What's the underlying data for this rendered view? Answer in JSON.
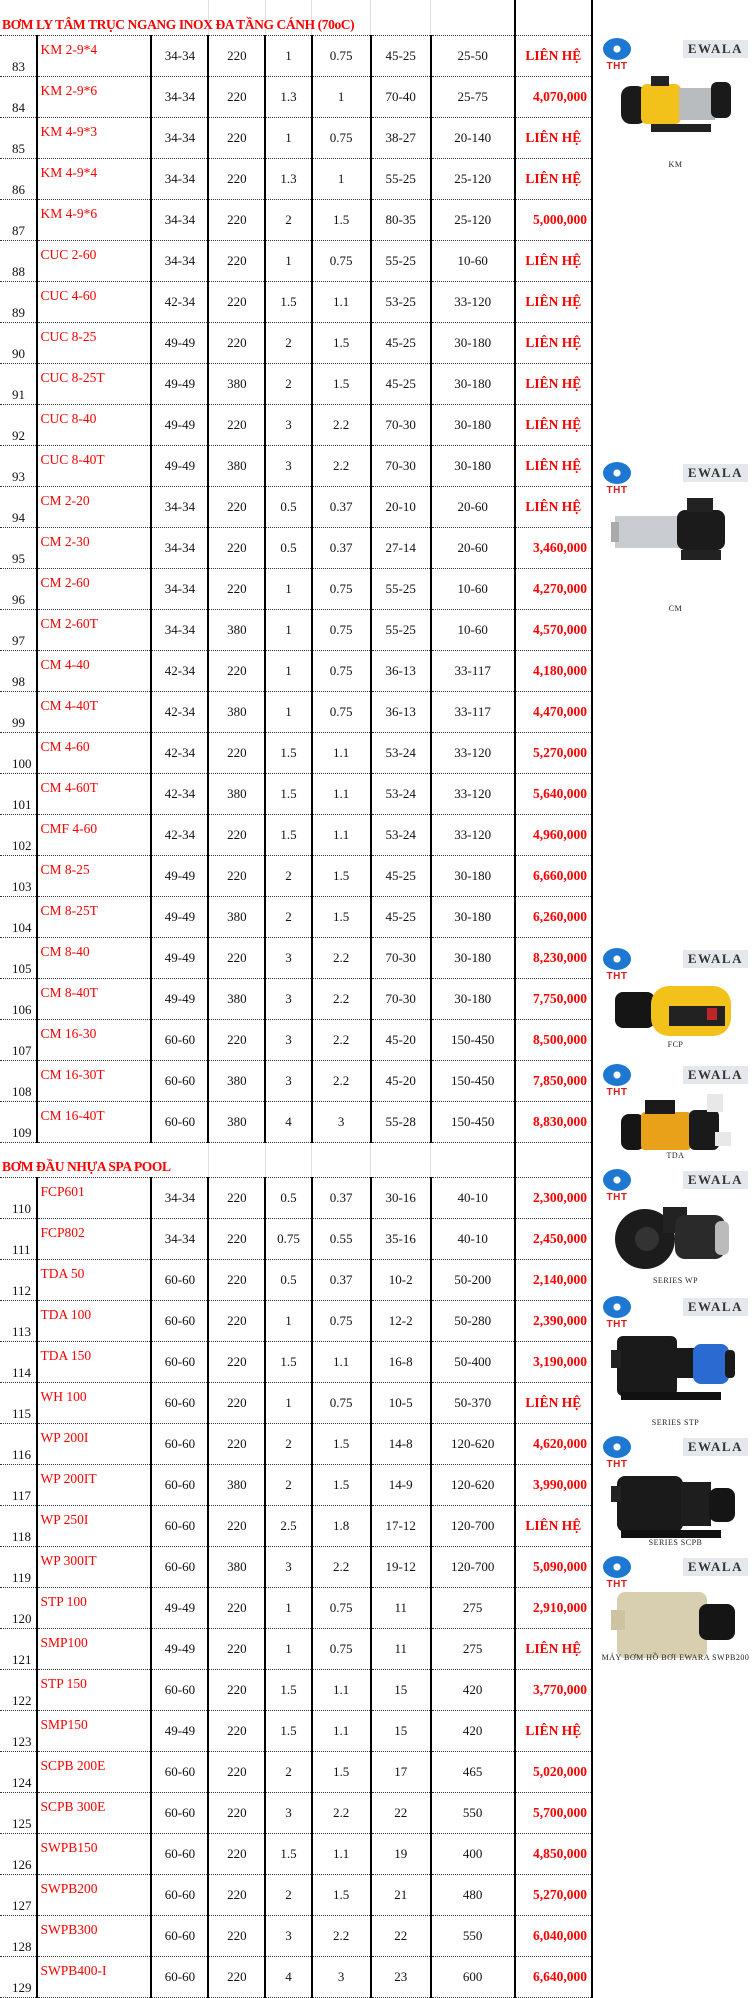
{
  "sections": [
    {
      "title": "BƠM LY TÂM TRỤC NGANG INOX ĐA TẦNG CÁNH (70oC)",
      "rows": [
        {
          "no": "83",
          "model": "KM 2-9*4",
          "conn": "34-34",
          "volt": "220",
          "hp": "1",
          "kw": "0.75",
          "head": "45-25",
          "flow": "25-50",
          "price": "LIÊN HỆ"
        },
        {
          "no": "84",
          "model": "KM 2-9*6",
          "conn": "34-34",
          "volt": "220",
          "hp": "1.3",
          "kw": "1",
          "head": "70-40",
          "flow": "25-75",
          "price": "4,070,000"
        },
        {
          "no": "85",
          "model": "KM 4-9*3",
          "conn": "34-34",
          "volt": "220",
          "hp": "1",
          "kw": "0.75",
          "head": "38-27",
          "flow": "20-140",
          "price": "LIÊN HỆ"
        },
        {
          "no": "86",
          "model": "KM 4-9*4",
          "conn": "34-34",
          "volt": "220",
          "hp": "1.3",
          "kw": "1",
          "head": "55-25",
          "flow": "25-120",
          "price": "LIÊN HỆ"
        },
        {
          "no": "87",
          "model": "KM 4-9*6",
          "conn": "34-34",
          "volt": "220",
          "hp": "2",
          "kw": "1.5",
          "head": "80-35",
          "flow": "25-120",
          "price": "5,000,000"
        },
        {
          "no": "88",
          "model": "CUC 2-60",
          "conn": "34-34",
          "volt": "220",
          "hp": "1",
          "kw": "0.75",
          "head": "55-25",
          "flow": "10-60",
          "price": "LIÊN HỆ"
        },
        {
          "no": "89",
          "model": "CUC 4-60",
          "conn": "42-34",
          "volt": "220",
          "hp": "1.5",
          "kw": "1.1",
          "head": "53-25",
          "flow": "33-120",
          "price": "LIÊN HỆ"
        },
        {
          "no": "90",
          "model": "CUC 8-25",
          "conn": "49-49",
          "volt": "220",
          "hp": "2",
          "kw": "1.5",
          "head": "45-25",
          "flow": "30-180",
          "price": "LIÊN HỆ"
        },
        {
          "no": "91",
          "model": "CUC 8-25T",
          "conn": "49-49",
          "volt": "380",
          "hp": "2",
          "kw": "1.5",
          "head": "45-25",
          "flow": "30-180",
          "price": "LIÊN HỆ"
        },
        {
          "no": "92",
          "model": "CUC 8-40",
          "conn": "49-49",
          "volt": "220",
          "hp": "3",
          "kw": "2.2",
          "head": "70-30",
          "flow": "30-180",
          "price": "LIÊN HỆ"
        },
        {
          "no": "93",
          "model": "CUC 8-40T",
          "conn": "49-49",
          "volt": "380",
          "hp": "3",
          "kw": "2.2",
          "head": "70-30",
          "flow": "30-180",
          "price": "LIÊN HỆ"
        },
        {
          "no": "94",
          "model": "CM 2-20",
          "conn": "34-34",
          "volt": "220",
          "hp": "0.5",
          "kw": "0.37",
          "head": "20-10",
          "flow": "20-60",
          "price": "LIÊN HỆ"
        },
        {
          "no": "95",
          "model": "CM 2-30",
          "conn": "34-34",
          "volt": "220",
          "hp": "0.5",
          "kw": "0.37",
          "head": "27-14",
          "flow": "20-60",
          "price": "3,460,000"
        },
        {
          "no": "96",
          "model": "CM 2-60",
          "conn": "34-34",
          "volt": "220",
          "hp": "1",
          "kw": "0.75",
          "head": "55-25",
          "flow": "10-60",
          "price": "4,270,000"
        },
        {
          "no": "97",
          "model": "CM 2-60T",
          "conn": "34-34",
          "volt": "380",
          "hp": "1",
          "kw": "0.75",
          "head": "55-25",
          "flow": "10-60",
          "price": "4,570,000"
        },
        {
          "no": "98",
          "model": "CM 4-40",
          "conn": "42-34",
          "volt": "220",
          "hp": "1",
          "kw": "0.75",
          "head": "36-13",
          "flow": "33-117",
          "price": "4,180,000"
        },
        {
          "no": "99",
          "model": "CM 4-40T",
          "conn": "42-34",
          "volt": "380",
          "hp": "1",
          "kw": "0.75",
          "head": "36-13",
          "flow": "33-117",
          "price": "4,470,000"
        },
        {
          "no": "100",
          "model": "CM 4-60",
          "conn": "42-34",
          "volt": "220",
          "hp": "1.5",
          "kw": "1.1",
          "head": "53-24",
          "flow": "33-120",
          "price": "5,270,000"
        },
        {
          "no": "101",
          "model": "CM 4-60T",
          "conn": "42-34",
          "volt": "380",
          "hp": "1.5",
          "kw": "1.1",
          "head": "53-24",
          "flow": "33-120",
          "price": "5,640,000"
        },
        {
          "no": "102",
          "model": "CMF 4-60",
          "conn": "42-34",
          "volt": "220",
          "hp": "1.5",
          "kw": "1.1",
          "head": "53-24",
          "flow": "33-120",
          "price": "4,960,000"
        },
        {
          "no": "103",
          "model": "CM 8-25",
          "conn": "49-49",
          "volt": "220",
          "hp": "2",
          "kw": "1.5",
          "head": "45-25",
          "flow": "30-180",
          "price": "6,660,000"
        },
        {
          "no": "104",
          "model": "CM 8-25T",
          "conn": "49-49",
          "volt": "380",
          "hp": "2",
          "kw": "1.5",
          "head": "45-25",
          "flow": "30-180",
          "price": "6,260,000"
        },
        {
          "no": "105",
          "model": "CM 8-40",
          "conn": "49-49",
          "volt": "220",
          "hp": "3",
          "kw": "2.2",
          "head": "70-30",
          "flow": "30-180",
          "price": "8,230,000"
        },
        {
          "no": "106",
          "model": "CM 8-40T",
          "conn": "49-49",
          "volt": "380",
          "hp": "3",
          "kw": "2.2",
          "head": "70-30",
          "flow": "30-180",
          "price": "7,750,000"
        },
        {
          "no": "107",
          "model": "CM 16-30",
          "conn": "60-60",
          "volt": "220",
          "hp": "3",
          "kw": "2.2",
          "head": "45-20",
          "flow": "150-450",
          "price": "8,500,000"
        },
        {
          "no": "108",
          "model": "CM 16-30T",
          "conn": "60-60",
          "volt": "380",
          "hp": "3",
          "kw": "2.2",
          "head": "45-20",
          "flow": "150-450",
          "price": "7,850,000"
        },
        {
          "no": "109",
          "model": "CM 16-40T",
          "conn": "60-60",
          "volt": "380",
          "hp": "4",
          "kw": "3",
          "head": "55-28",
          "flow": "150-450",
          "price": "8,830,000"
        }
      ]
    },
    {
      "title": "BƠM ĐẦU NHỰA SPA POOL",
      "rows": [
        {
          "no": "110",
          "model": "FCP601",
          "conn": "34-34",
          "volt": "220",
          "hp": "0.5",
          "kw": "0.37",
          "head": "30-16",
          "flow": "40-10",
          "price": "2,300,000"
        },
        {
          "no": "111",
          "model": "FCP802",
          "conn": "34-34",
          "volt": "220",
          "hp": "0.75",
          "kw": "0.55",
          "head": "35-16",
          "flow": "40-10",
          "price": "2,450,000"
        },
        {
          "no": "112",
          "model": "TDA 50",
          "conn": "60-60",
          "volt": "220",
          "hp": "0.5",
          "kw": "0.37",
          "head": "10-2",
          "flow": "50-200",
          "price": "2,140,000"
        },
        {
          "no": "113",
          "model": "TDA 100",
          "conn": "60-60",
          "volt": "220",
          "hp": "1",
          "kw": "0.75",
          "head": "12-2",
          "flow": "50-280",
          "price": "2,390,000"
        },
        {
          "no": "114",
          "model": "TDA 150",
          "conn": "60-60",
          "volt": "220",
          "hp": "1.5",
          "kw": "1.1",
          "head": "16-8",
          "flow": "50-400",
          "price": "3,190,000"
        },
        {
          "no": "115",
          "model": "WH 100",
          "conn": "60-60",
          "volt": "220",
          "hp": "1",
          "kw": "0.75",
          "head": "10-5",
          "flow": "50-370",
          "price": "LIÊN HỆ"
        },
        {
          "no": "116",
          "model": "WP 200I",
          "conn": "60-60",
          "volt": "220",
          "hp": "2",
          "kw": "1.5",
          "head": "14-8",
          "flow": "120-620",
          "price": "4,620,000"
        },
        {
          "no": "117",
          "model": "WP 200IT",
          "conn": "60-60",
          "volt": "380",
          "hp": "2",
          "kw": "1.5",
          "head": "14-9",
          "flow": "120-620",
          "price": "3,990,000"
        },
        {
          "no": "118",
          "model": "WP 250I",
          "conn": "60-60",
          "volt": "220",
          "hp": "2.5",
          "kw": "1.8",
          "head": "17-12",
          "flow": "120-700",
          "price": "LIÊN HỆ"
        },
        {
          "no": "119",
          "model": "WP 300IT",
          "conn": "60-60",
          "volt": "380",
          "hp": "3",
          "kw": "2.2",
          "head": "19-12",
          "flow": "120-700",
          "price": "5,090,000"
        },
        {
          "no": "120",
          "model": "STP 100",
          "conn": "49-49",
          "volt": "220",
          "hp": "1",
          "kw": "0.75",
          "head": "11",
          "flow": "275",
          "price": "2,910,000"
        },
        {
          "no": "121",
          "model": "SMP100",
          "conn": "49-49",
          "volt": "220",
          "hp": "1",
          "kw": "0.75",
          "head": "11",
          "flow": "275",
          "price": "LIÊN HỆ"
        },
        {
          "no": "122",
          "model": "STP 150",
          "conn": "60-60",
          "volt": "220",
          "hp": "1.5",
          "kw": "1.1",
          "head": "15",
          "flow": "420",
          "price": "3,770,000"
        },
        {
          "no": "123",
          "model": "SMP150",
          "conn": "49-49",
          "volt": "220",
          "hp": "1.5",
          "kw": "1.1",
          "head": "15",
          "flow": "420",
          "price": "LIÊN HỆ"
        },
        {
          "no": "124",
          "model": "SCPB 200E",
          "conn": "60-60",
          "volt": "220",
          "hp": "2",
          "kw": "1.5",
          "head": "17",
          "flow": "465",
          "price": "5,020,000"
        },
        {
          "no": "125",
          "model": "SCPB 300E",
          "conn": "60-60",
          "volt": "220",
          "hp": "3",
          "kw": "2.2",
          "head": "22",
          "flow": "550",
          "price": "5,700,000"
        },
        {
          "no": "126",
          "model": "SWPB150",
          "conn": "60-60",
          "volt": "220",
          "hp": "1.5",
          "kw": "1.1",
          "head": "19",
          "flow": "400",
          "price": "4,850,000"
        },
        {
          "no": "127",
          "model": "SWPB200",
          "conn": "60-60",
          "volt": "220",
          "hp": "2",
          "kw": "1.5",
          "head": "21",
          "flow": "480",
          "price": "5,270,000"
        },
        {
          "no": "128",
          "model": "SWPB300",
          "conn": "60-60",
          "volt": "220",
          "hp": "3",
          "kw": "2.2",
          "head": "22",
          "flow": "550",
          "price": "6,040,000"
        },
        {
          "no": "129",
          "model": "SWPB400-I",
          "conn": "60-60",
          "volt": "220",
          "hp": "4",
          "kw": "3",
          "head": "23",
          "flow": "600",
          "price": "6,640,000"
        }
      ]
    }
  ],
  "contact_label": "LIÊN HỆ",
  "product_images": [
    {
      "logo": "THT",
      "brand": "EWALA",
      "caption": "KM",
      "kind": "km"
    },
    {
      "logo": "THT",
      "brand": "EWALA",
      "caption": "CM",
      "kind": "cm"
    },
    {
      "logo": "THT",
      "brand": "EWALA",
      "caption": "FCP",
      "kind": "fcp"
    },
    {
      "logo": "THT",
      "brand": "EWALA",
      "caption": "TDA",
      "kind": "tda"
    },
    {
      "logo": "THT",
      "brand": "EWALA",
      "caption": "SERIES WP",
      "kind": "wp"
    },
    {
      "logo": "THT",
      "brand": "EWALA",
      "caption": "SERIES STP",
      "kind": "stp"
    },
    {
      "logo": "THT",
      "brand": "EWALA",
      "caption": "SERIES SCPB",
      "kind": "scpb"
    },
    {
      "logo": "THT",
      "brand": "EWALA",
      "caption": "MÁY BƠM HỒ BƠI EWARA SWPB200",
      "kind": "swpb"
    }
  ],
  "colors": {
    "accent": "#ff0000",
    "grid": "#333333",
    "logo_blue": "#1e78d2",
    "logo_red": "#d81e1e"
  }
}
